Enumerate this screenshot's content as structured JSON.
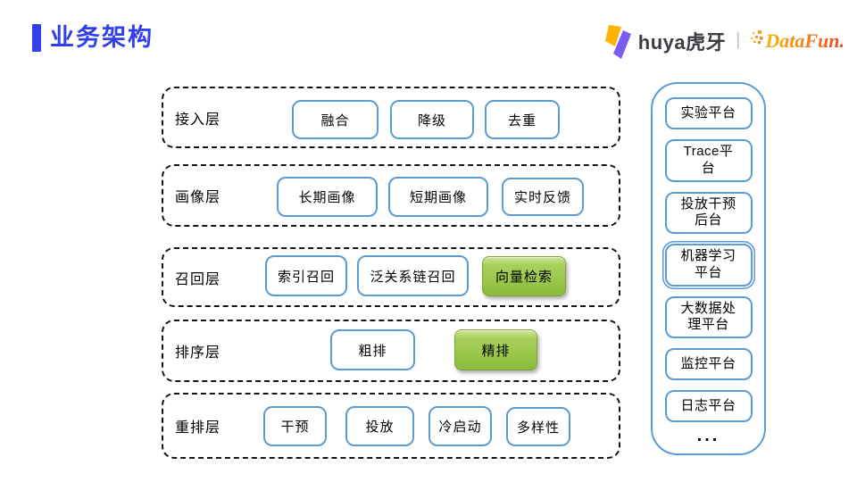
{
  "slide": {
    "title": "业务架构"
  },
  "logos": {
    "huya_text": "huya虎牙",
    "separator": "|",
    "datafun_text": "DataFun.",
    "huya_icon": "huya-lightning-icon",
    "datafun_icon": "datafun-dots-icon"
  },
  "colors": {
    "title_blue": "#3240EB",
    "box_border_blue": "#5B9BD5",
    "dashed_border": "#141414",
    "highlight_green": "#9CC84E",
    "huya_yellow": "#FFB300",
    "huya_purple": "#7C5CF0",
    "datafun_orange": "#F28A1C",
    "datafun_red": "#E8442B"
  },
  "layers": [
    {
      "label": "接入层",
      "items": [
        {
          "label": "融合",
          "highlight": false
        },
        {
          "label": "降级",
          "highlight": false
        },
        {
          "label": "去重",
          "highlight": false
        }
      ]
    },
    {
      "label": "画像层",
      "items": [
        {
          "label": "长期画像",
          "highlight": false
        },
        {
          "label": "短期画像",
          "highlight": false
        },
        {
          "label": "实时反馈",
          "highlight": false
        }
      ]
    },
    {
      "label": "召回层",
      "items": [
        {
          "label": "索引召回",
          "highlight": false
        },
        {
          "label": "泛关系链召回",
          "highlight": false
        },
        {
          "label": "向量检索",
          "highlight": true
        }
      ]
    },
    {
      "label": "排序层",
      "items": [
        {
          "label": "粗排",
          "highlight": false
        },
        {
          "label": "精排",
          "highlight": true
        }
      ]
    },
    {
      "label": "重排层",
      "items": [
        {
          "label": "干预",
          "highlight": false
        },
        {
          "label": "投放",
          "highlight": false
        },
        {
          "label": "冷启动",
          "highlight": false
        },
        {
          "label": "多样性",
          "highlight": false
        }
      ]
    }
  ],
  "platform_panel": {
    "items": [
      "实验平台",
      "Trace平台",
      "投放干预后台",
      "机器学习平台",
      "大数据处理平台",
      "监控平台",
      "日志平台"
    ],
    "more": "..."
  }
}
